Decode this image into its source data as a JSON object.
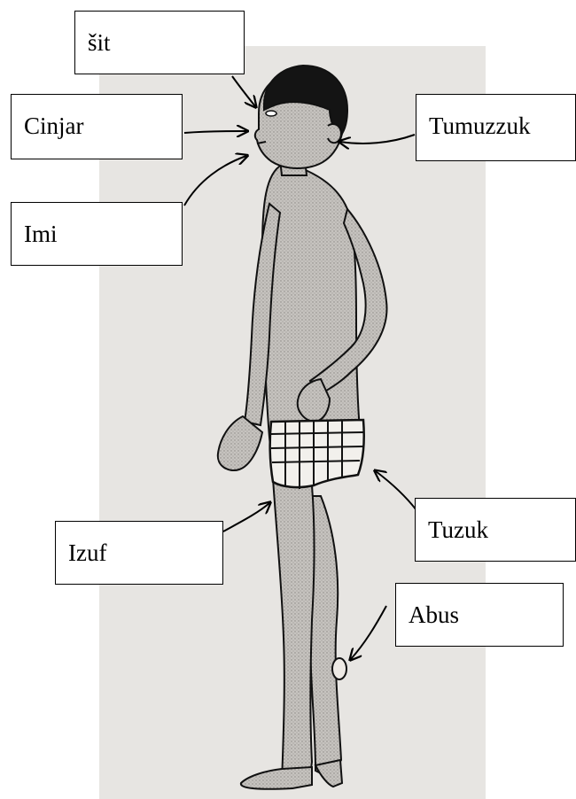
{
  "labels": {
    "sit": "šit",
    "cinjar": "Cinjar",
    "tumuzzuk": "Tumuzzuk",
    "imi": "Imi",
    "izuf": "Izuf",
    "tuzuk": "Tuzuk",
    "abus": "Abus"
  },
  "colors": {
    "paper": "#e7e5e2",
    "skin": "#bdbab6",
    "hair": "#141414",
    "ink": "#000000"
  }
}
